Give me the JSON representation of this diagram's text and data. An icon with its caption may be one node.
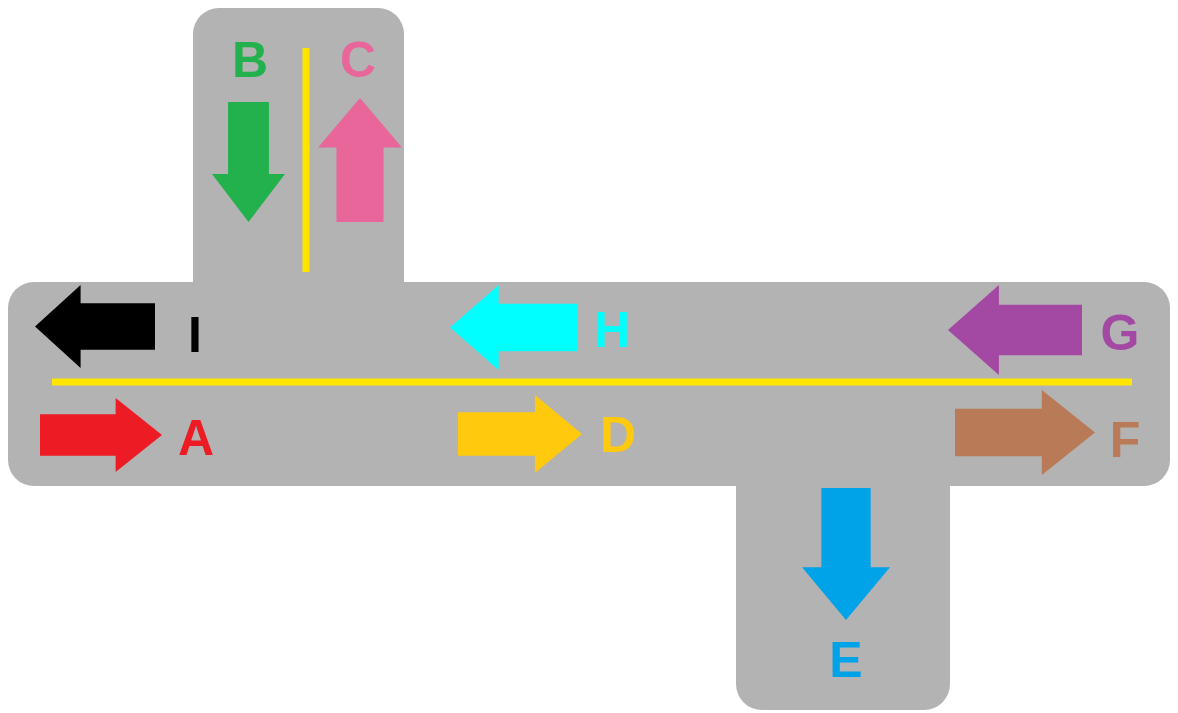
{
  "diagram": {
    "labels": [
      "B",
      "C",
      "I",
      "H",
      "G",
      "A",
      "D",
      "F",
      "E"
    ]
  }
}
